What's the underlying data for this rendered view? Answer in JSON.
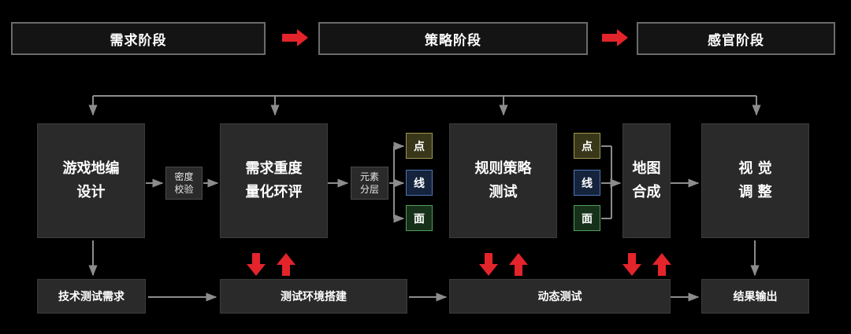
{
  "stages": [
    "需求阶段",
    "策略阶段",
    "感官阶段"
  ],
  "main_boxes": {
    "game_map_design": "游戏地编\n设计",
    "demand_quantify": "需求重度\n量化环评",
    "rule_strategy_test": "规则策略\n测试",
    "map_compose": "地图\n合成",
    "visual_adjust": "视 觉\n调 整"
  },
  "small_boxes": {
    "density_check": "密度\n校验",
    "element_layer": "元素\n分层"
  },
  "chips": {
    "dot": "点",
    "line": "线",
    "face": "面"
  },
  "bottom_boxes": {
    "tech_test_demand": "技术测试需求",
    "test_env_build": "测试环境搭建",
    "dynamic_test": "动态测试",
    "result_output": "结果输出"
  },
  "colors": {
    "accent_red": "#e3242b",
    "connector": "#8c8c8c",
    "box_fill": "#2a2a2a",
    "stage_border": "#6b6b6b"
  }
}
